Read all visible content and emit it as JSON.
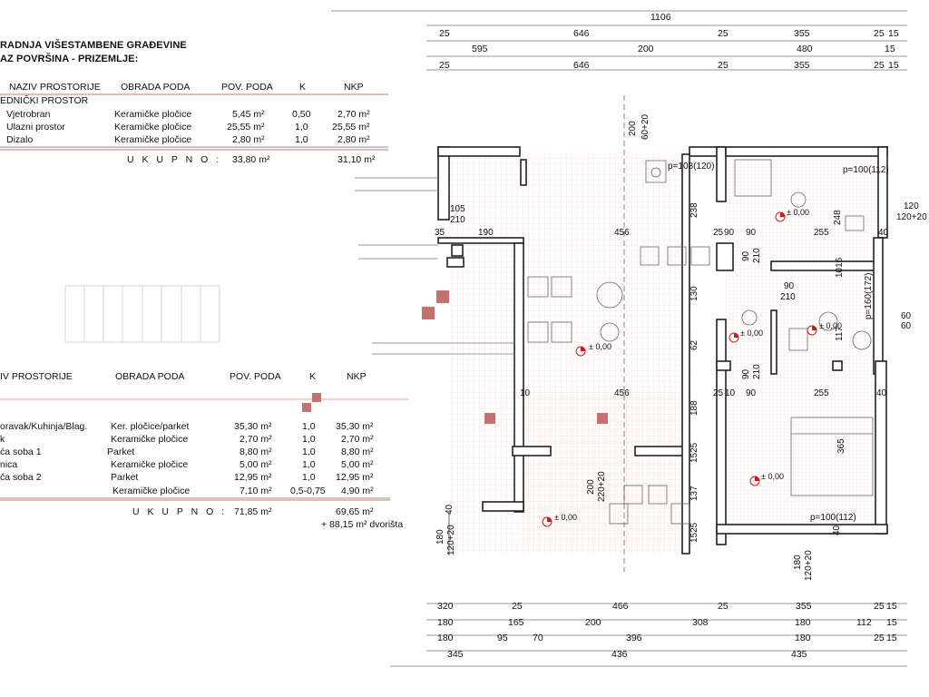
{
  "header": {
    "title_line1": "RADNJA VIŠESTAMBENE GRAĐEVINE",
    "title_line2": "AZ POVRŠINA - PRIZEMLJE:"
  },
  "table1": {
    "headers": [
      "NAZIV PROSTORIJE",
      "OBRADA PODA",
      "POV. PODA",
      "K",
      "NKP"
    ],
    "group_label": "EDNIČKI PROSTOR",
    "rows": [
      {
        "name": "Vjetrobran",
        "finish": "Keramičke pločice",
        "area": "5,45 m²",
        "k": "0,50",
        "nkp": "2,70 m²"
      },
      {
        "name": "Ulazni prostor",
        "finish": "Keramičke pločice",
        "area": "25,55 m²",
        "k": "1,0",
        "nkp": "25,55 m²"
      },
      {
        "name": "Dizalo",
        "finish": "Keramičke pločice",
        "area": "2,80 m²",
        "k": "1,0",
        "nkp": "2,80 m²"
      }
    ],
    "total_label": "U K U P N O :",
    "total_area": "33,80 m²",
    "total_nkp": "31,10 m²"
  },
  "table2": {
    "headers": [
      "IV PROSTORIJE",
      "OBRADA PODA",
      "POV. PODA",
      "K",
      "NKP"
    ],
    "rows": [
      {
        "name": "oravak/Kuhinja/Blag.",
        "finish": "Ker. pločice/parket",
        "area": "35,30 m²",
        "k": "1,0",
        "nkp": "35,30 m²"
      },
      {
        "name": "k",
        "finish": "Keramičke pločice",
        "area": "2,70 m²",
        "k": "1,0",
        "nkp": "2,70 m²"
      },
      {
        "name": "ća soba 1",
        "finish": "Parket",
        "area": "8,80 m²",
        "k": "1,0",
        "nkp": "8,80 m²"
      },
      {
        "name": "nica",
        "finish": "Keramičke pločice",
        "area": "5,00 m²",
        "k": "1,0",
        "nkp": "5,00 m²"
      },
      {
        "name": "ća soba 2",
        "finish": "Parket",
        "area": "12,95 m²",
        "k": "1,0",
        "nkp": "12,95 m²"
      },
      {
        "name": "",
        "finish": "Keramičke pločice",
        "area": "7,10 m²",
        "k": "0,5-0,75",
        "nkp": "4,90 m²"
      }
    ],
    "total_label": "U K U P N O :",
    "total_area": "71,85 m²",
    "total_nkp": "69,65 m²",
    "extra_note": "+ 88,15 m²  dvorišta"
  },
  "dims_top": {
    "overall": "1106",
    "row1": [
      "25",
      "646",
      "25",
      "355",
      "25",
      "15"
    ],
    "row2": [
      "595",
      "200",
      "480",
      "15"
    ],
    "row3": [
      "25",
      "646",
      "25",
      "355",
      "25",
      "15"
    ]
  },
  "dims_bottom": {
    "row1": [
      "320",
      "25",
      "466",
      "25",
      "355",
      "25",
      "15"
    ],
    "row2": [
      "180",
      "165",
      "200",
      "308",
      "180",
      "112",
      "15"
    ],
    "row3": [
      "180",
      "95",
      "70",
      "396",
      "180",
      "25",
      "15"
    ],
    "row4": [
      "345",
      "436",
      "435"
    ]
  },
  "plan_labels": {
    "d_200_top": "200",
    "d_60_20": "60+20",
    "p108": "p=108(120)",
    "p100_top": "p=100(112)",
    "d_120": "120",
    "d_120_20": "120+20",
    "d_105": "105",
    "d_210_a": "210",
    "d_35": "35",
    "d_190": "190",
    "d_456_a": "456",
    "d_238": "238",
    "d_25_a": "25",
    "d_90_a": "90",
    "d_90_b": "90",
    "d_255_a": "255",
    "d_248": "248",
    "d_40_a": "40",
    "d_90_c": "90",
    "d_210_b": "210",
    "d_1015": "1015",
    "d_90_d": "90",
    "d_210_c": "210",
    "p160": "p=160(172)",
    "d_60_a": "60",
    "d_60_b": "60",
    "d_130": "130",
    "d_62": "62",
    "d_117": "117",
    "d_10": "10",
    "d_456_b": "456",
    "d_25_b": "25",
    "d_10_b": "10",
    "d_90_e": "90",
    "d_255_b": "255",
    "d_40_b": "40",
    "d_90_f": "90",
    "d_210_d": "210",
    "d_188": "188",
    "d_1525_a": "1525",
    "d_365": "365",
    "d_200_b": "200",
    "d_220_20": "220+20",
    "d_137": "137",
    "d_1525_b": "1525",
    "p100_bot": "p=100(112)",
    "d_40_c": "40",
    "d_40_d": "40",
    "d_180_a": "180",
    "d_120_20_b": "120+20",
    "d_180_b": "180",
    "d_120_20_c": "120+20",
    "lvl": "± 0,00"
  },
  "colors": {
    "wall": "#333333",
    "hatch": "#e8c7c7",
    "marker": "#d01818",
    "square": "#c77070"
  }
}
